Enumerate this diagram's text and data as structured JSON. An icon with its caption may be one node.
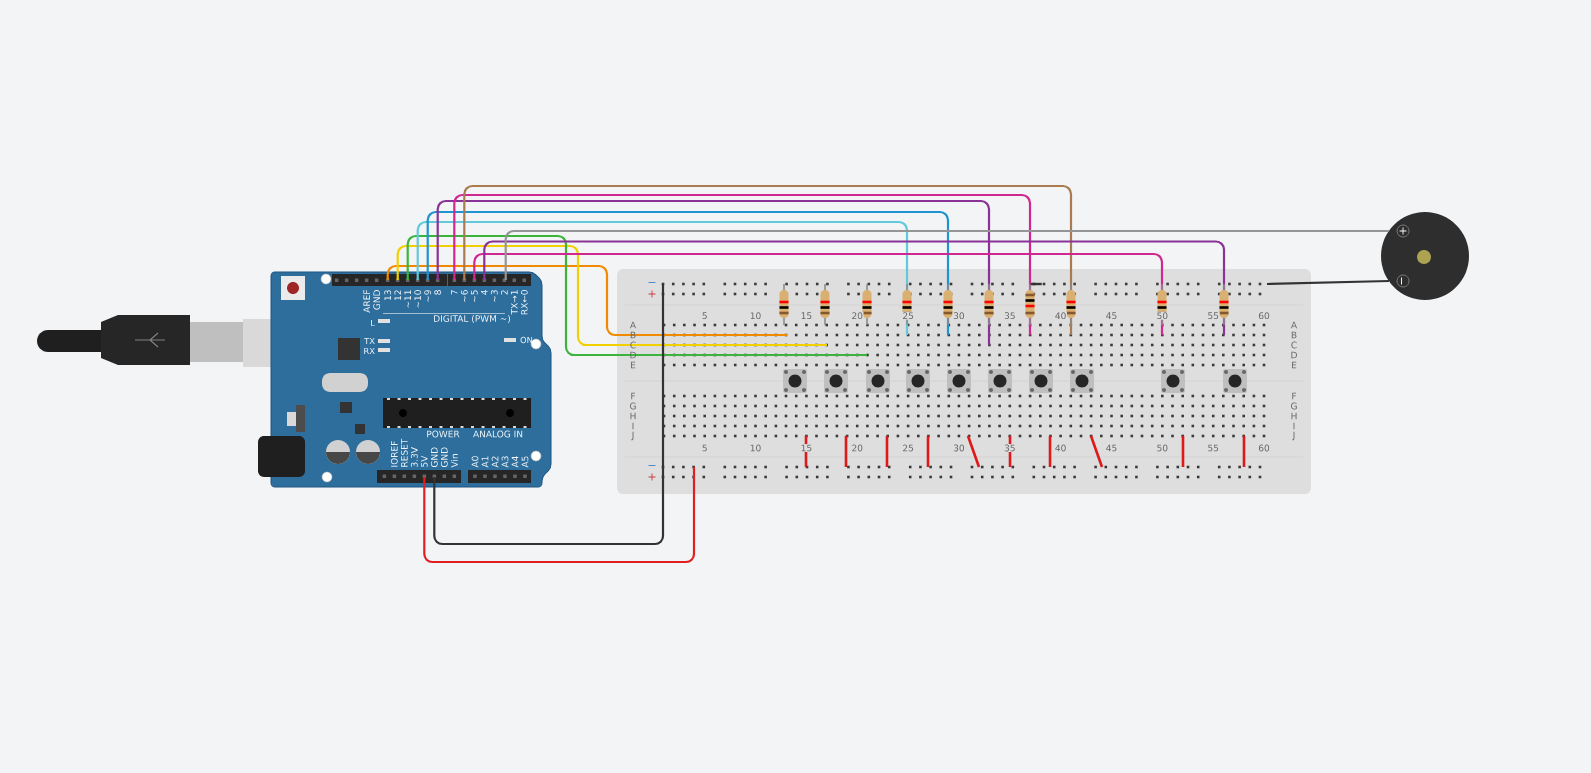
{
  "diagram": {
    "nodes": [
      {
        "text": [],
        "shape": "picture"
      },
      {
        "text": [],
        "shape": "picture"
      },
      {
        "text": [],
        "shape": "picture"
      }
    ],
    "edges": [
      {
        "from": 0,
        "to": 1,
        "arrow": "none",
        "color": "#f08a00"
      },
      {
        "from": 0,
        "to": 1,
        "arrow": "none",
        "color": "#f2d000"
      },
      {
        "from": 0,
        "to": 1,
        "arrow": "none",
        "color": "#3cb43c"
      },
      {
        "from": 0,
        "to": 1,
        "arrow": "none",
        "color": "#62c8dc"
      },
      {
        "from": 0,
        "to": 1,
        "arrow": "none",
        "color": "#1e94d0"
      },
      {
        "from": 0,
        "to": 1,
        "arrow": "none",
        "color": "#8a3296"
      },
      {
        "from": 0,
        "to": 1,
        "arrow": "none",
        "color": "#d02890"
      },
      {
        "from": 0,
        "to": 1,
        "arrow": "none",
        "color": "#a87c50"
      },
      {
        "from": 0,
        "to": 1,
        "arrow": "none",
        "color": "#d02890"
      },
      {
        "from": 0,
        "to": 1,
        "arrow": "none",
        "color": "#8a3296"
      },
      {
        "from": 0,
        "to": 2,
        "arrow": "none",
        "color": "#959595"
      },
      {
        "from": 0,
        "to": 1,
        "arrow": "none",
        "color": "#333333"
      },
      {
        "from": 0,
        "to": 1,
        "arrow": "none",
        "color": "#e02020"
      },
      {
        "from": 1,
        "to": 2,
        "arrow": "none",
        "color": "#333333"
      }
    ],
    "labels": [
      "AREF",
      "GND",
      "13",
      "12",
      "~11",
      "~10",
      "~9",
      "8",
      "7",
      "~6",
      "~5",
      "4",
      "~3",
      "2",
      "TX→1",
      "RX←0",
      "DIGITAL (PWM ~)",
      "L",
      "TX",
      "RX",
      "ON",
      "POWER",
      "ANALOG IN",
      "IOREF",
      "RESET",
      "3.3V",
      "5V",
      "GND",
      "GND",
      "Vin",
      "A0",
      "A1",
      "A2",
      "A3",
      "A4",
      "A5",
      "−",
      "+",
      "5",
      "10",
      "15",
      "20",
      "25",
      "30",
      "35",
      "40",
      "45",
      "50",
      "55",
      "60",
      "A",
      "B",
      "C",
      "D",
      "E",
      "F",
      "G",
      "H",
      "I",
      "J",
      "A",
      "B",
      "C",
      "D",
      "E",
      "F",
      "G",
      "H",
      "I",
      "J",
      "5",
      "10",
      "15",
      "20",
      "25",
      "30",
      "35",
      "40",
      "45",
      "50",
      "55",
      "60",
      "−",
      "+",
      "+",
      "−"
    ]
  }
}
